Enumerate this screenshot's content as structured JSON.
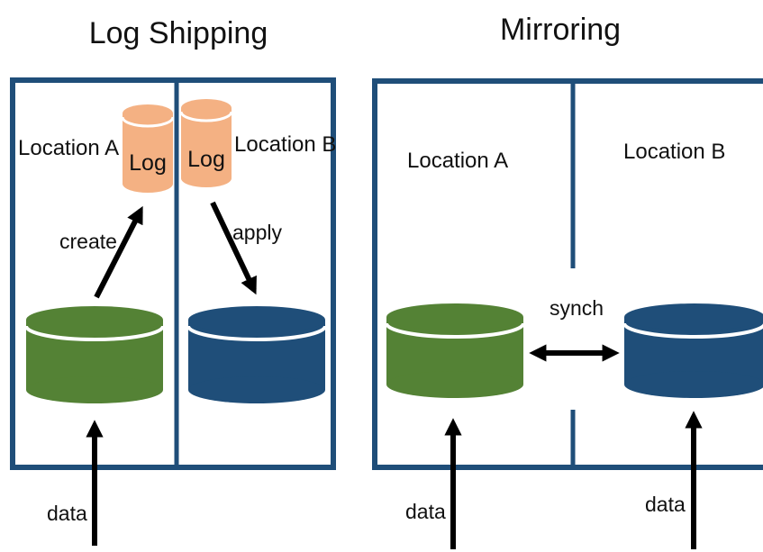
{
  "colors": {
    "frame": "#1f4e79",
    "green_db": "#548235",
    "blue_db": "#1f4e79",
    "log_db": "#f4b183",
    "arrow": "#000000",
    "text": "#111111"
  },
  "log_shipping": {
    "title": "Log Shipping",
    "location_a": "Location A",
    "location_b": "Location B",
    "log_left": "Log",
    "log_right": "Log",
    "create": "create",
    "apply": "apply",
    "data": "data"
  },
  "mirroring": {
    "title": "Mirroring",
    "location_a": "Location A",
    "location_b": "Location B",
    "synch": "synch",
    "data_left": "data",
    "data_right": "data"
  }
}
